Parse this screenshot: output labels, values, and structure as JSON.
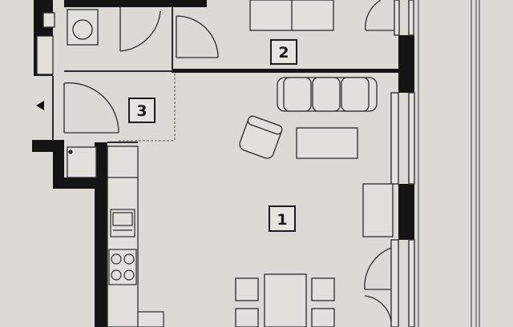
{
  "floor_plan": {
    "rooms": [
      {
        "id": "1",
        "label": "1"
      },
      {
        "id": "2",
        "label": "2"
      },
      {
        "id": "3",
        "label": "3"
      }
    ],
    "furniture": {
      "living_room": [
        "sofa",
        "armchair",
        "coffee-table",
        "sideboard"
      ],
      "dining": [
        "dining-table",
        "chair",
        "chair",
        "chair",
        "chair"
      ],
      "kitchen": [
        "sink",
        "cooktop",
        "counter"
      ],
      "bathroom": [
        "washing-machine",
        "toilet"
      ]
    },
    "colors": {
      "paper": "#dcdad5",
      "wall": "#141414",
      "line": "#3a3a3a",
      "fixture_fill": "#e2e0da"
    }
  }
}
